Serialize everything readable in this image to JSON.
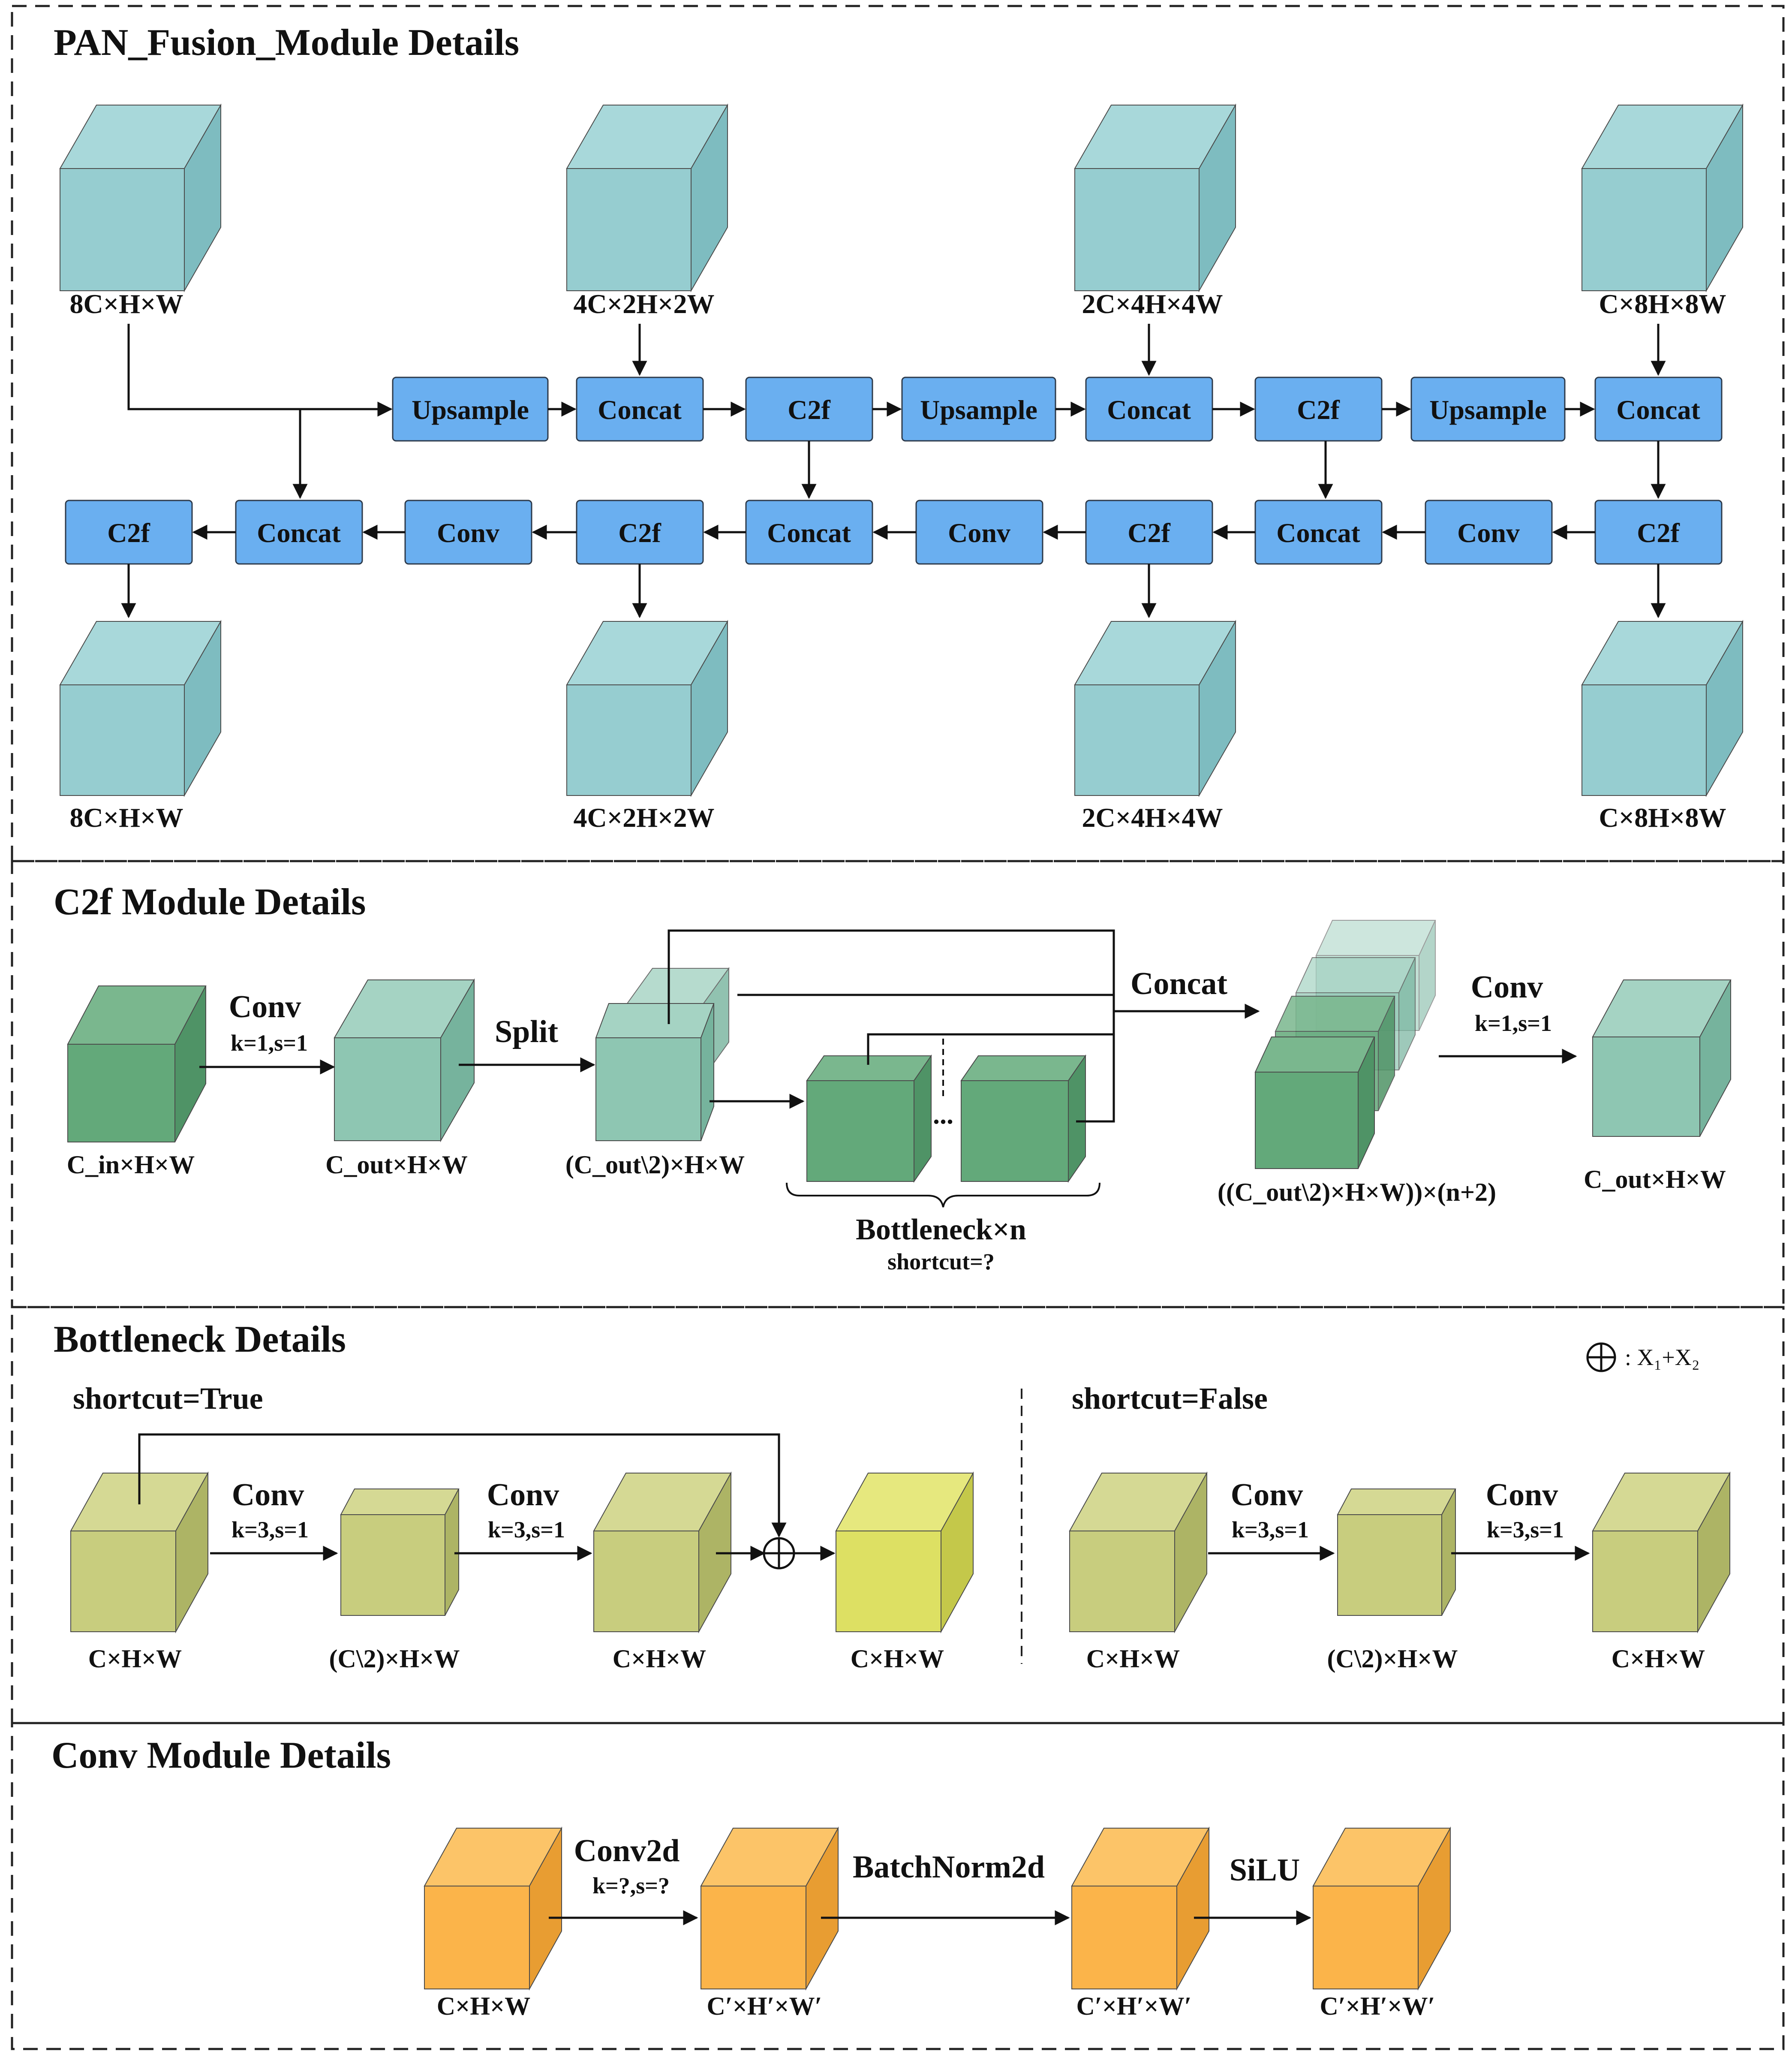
{
  "colors": {
    "blue_box": "#6aaff0",
    "teal_front": "#96cdd0",
    "teal_top": "#a8d8da",
    "teal_side": "#7ebcc0",
    "green_front": "#63a97a",
    "green_top": "#7ab78e",
    "green_side": "#4f9366",
    "mint_front": "#8ec6b2",
    "mint_top": "#a5d3c3",
    "mint_side": "#76b39d",
    "olive_front": "#c8cd7e",
    "olive_top": "#d5d994",
    "olive_side": "#adb465",
    "yellow_front": "#dde063",
    "yellow_top": "#e6e87e",
    "yellow_side": "#c4c84a",
    "orange_front": "#fbb44a",
    "orange_top": "#fcc468",
    "orange_side": "#e89d32"
  },
  "sections": {
    "pan_title": "PAN_Fusion_Module Details",
    "c2f_title": "C2f  Module Details",
    "bottleneck_title": "Bottleneck Details",
    "conv_title": "Conv Module Details"
  },
  "pan": {
    "inputs": [
      "8C×H×W",
      "4C×2H×2W",
      "2C×4H×4W",
      "C×8H×8W"
    ],
    "outputs": [
      "8C×H×W",
      "4C×2H×2W",
      "2C×4H×4W",
      "C×8H×8W"
    ],
    "top_row": [
      "Upsample",
      "Concat",
      "C2f",
      "Upsample",
      "Concat",
      "C2f",
      "Upsample",
      "Concat"
    ],
    "bottom_row": [
      "C2f",
      "Concat",
      "Conv",
      "C2f",
      "Concat",
      "Conv",
      "C2f",
      "Concat",
      "Conv",
      "C2f"
    ]
  },
  "c2f": {
    "input_label": "C_in×H×W",
    "conv1_label": "Conv",
    "conv1_params": "k=1,s=1",
    "mid_label": "C_out×H×W",
    "split_label": "Split",
    "split_out_label": "(C_out\\2)×H×W",
    "dots": "...",
    "bottleneck_label": "Bottleneck×n",
    "shortcut_label": "shortcut=?",
    "concat_label": "Concat",
    "stack_label": "((C_out\\2)×H×W))×(n+2)",
    "conv2_label": "Conv",
    "conv2_params": "k=1,s=1",
    "output_label": "C_out×H×W"
  },
  "bottleneck": {
    "legend_symbol": "⊕",
    "legend_text": ": X₁+X₂",
    "true_title": "shortcut=True",
    "false_title": "shortcut=False",
    "conv_label": "Conv",
    "conv_params": "k=3,s=1",
    "true_labels": [
      "C×H×W",
      "(C\\2)×H×W",
      "C×H×W",
      "C×H×W"
    ],
    "false_labels": [
      "C×H×W",
      "(C\\2)×H×W",
      "C×H×W"
    ]
  },
  "conv_module": {
    "labels": [
      "C×H×W",
      "C′×H′×W′",
      "C′×H′×W′",
      "C′×H′×W′"
    ],
    "op1": "Conv2d",
    "op1_params": "k=?,s=?",
    "op2": "BatchNorm2d",
    "op3": "SiLU"
  }
}
